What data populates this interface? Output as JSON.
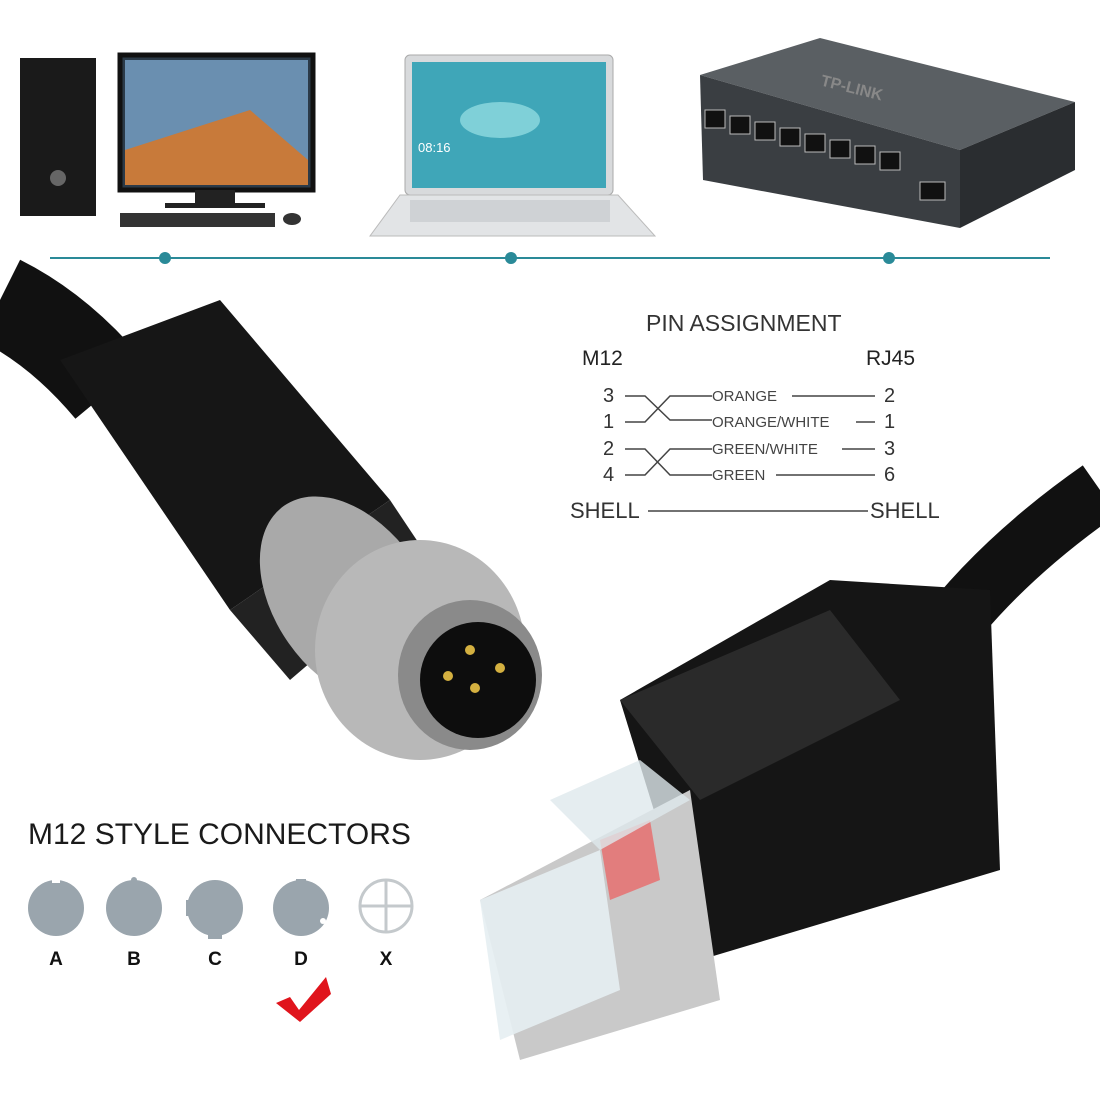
{
  "devices": {
    "laptop_time": "08:16",
    "switch_brand": "TP-LINK"
  },
  "pin_assignment": {
    "title": "PIN ASSIGNMENT",
    "left_header": "M12",
    "right_header": "RJ45",
    "rows": [
      {
        "m12": "3",
        "wire": "ORANGE",
        "rj45": "2"
      },
      {
        "m12": "1",
        "wire": "ORANGE/WHITE",
        "rj45": "1"
      },
      {
        "m12": "2",
        "wire": "GREEN/WHITE",
        "rj45": "3"
      },
      {
        "m12": "4",
        "wire": "GREEN",
        "rj45": "6"
      }
    ],
    "shell_left": "SHELL",
    "shell_right": "SHELL"
  },
  "connector_styles": {
    "title": "M12 STYLE CONNECTORS",
    "items": [
      {
        "label": "A",
        "selected": false
      },
      {
        "label": "B",
        "selected": false
      },
      {
        "label": "C",
        "selected": false
      },
      {
        "label": "D",
        "selected": true
      },
      {
        "label": "X",
        "selected": false
      }
    ]
  },
  "colors": {
    "timeline": "#2a8a98",
    "connector_icon": "#9aa5ad",
    "checkmark": "#e0141c",
    "cable": "#111111"
  }
}
